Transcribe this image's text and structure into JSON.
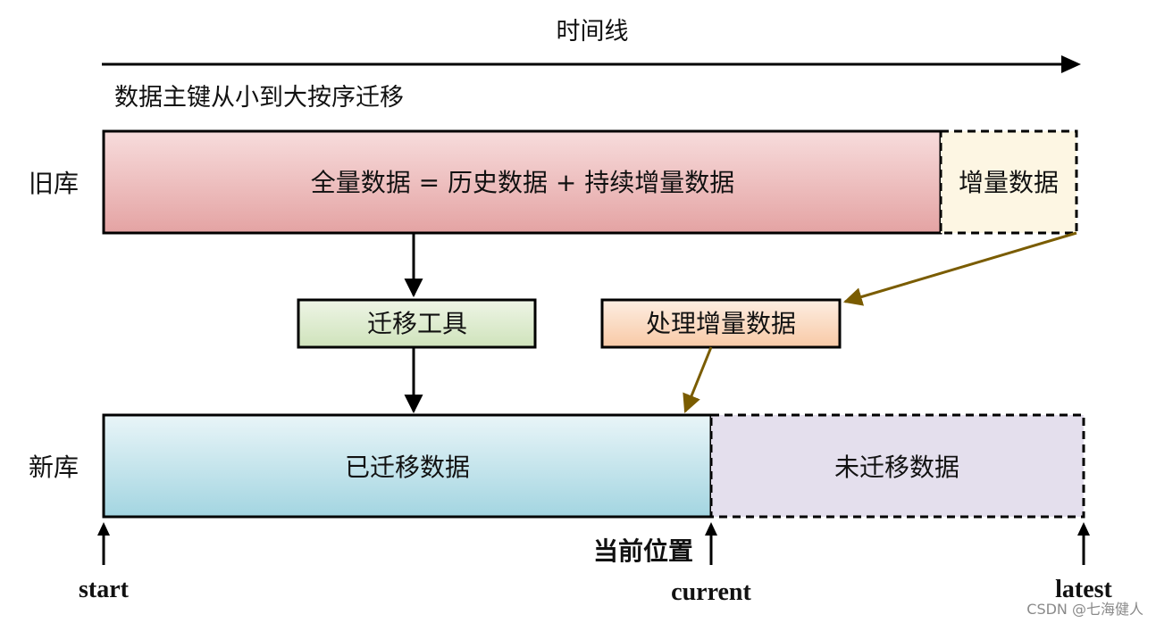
{
  "timeline": {
    "label": "时间线",
    "subtitle": "数据主键从小到大按序迁移"
  },
  "old_db": {
    "label": "旧库",
    "full_data": "全量数据 = 历史数据 + 持续增量数据",
    "incremental": "增量数据"
  },
  "tools": {
    "migration_tool": "迁移工具",
    "process_incremental": "处理增量数据"
  },
  "new_db": {
    "label": "新库",
    "migrated": "已迁移数据",
    "not_migrated": "未迁移数据"
  },
  "markers": {
    "current_position": "当前位置",
    "start": "start",
    "current": "current",
    "latest": "latest"
  },
  "watermark": "CSDN @七海健人",
  "colors": {
    "old_full_fill": "#e9a9a9",
    "incremental_fill": "#fdf6e3",
    "tool_fill": "#d8e8c6",
    "process_fill": "#fbd2b4",
    "new_migrated_fill": "#a7d7e2",
    "not_migrated_fill": "#e4dfed",
    "olive_arrow": "#7a5c00"
  }
}
